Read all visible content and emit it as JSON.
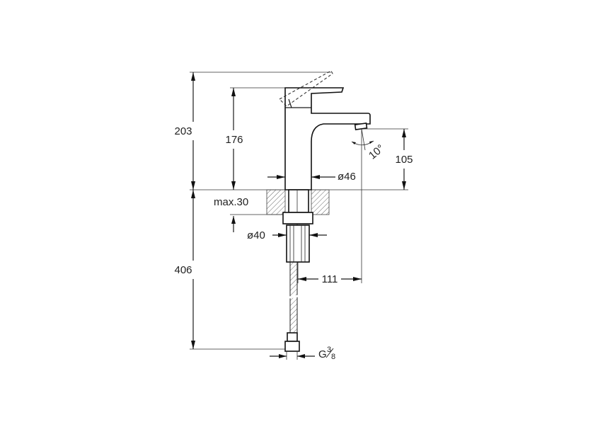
{
  "dimensions": {
    "total_height": "203",
    "body_height": "176",
    "spout_height": "105",
    "spout_angle": "10°",
    "body_diameter": "ø46",
    "countertop_max": "max.30",
    "shank_diameter": "ø40",
    "spout_reach": "111",
    "hose_length": "406",
    "connection_thread": "G",
    "connection_fraction_num": "3",
    "connection_fraction_den": "8"
  }
}
